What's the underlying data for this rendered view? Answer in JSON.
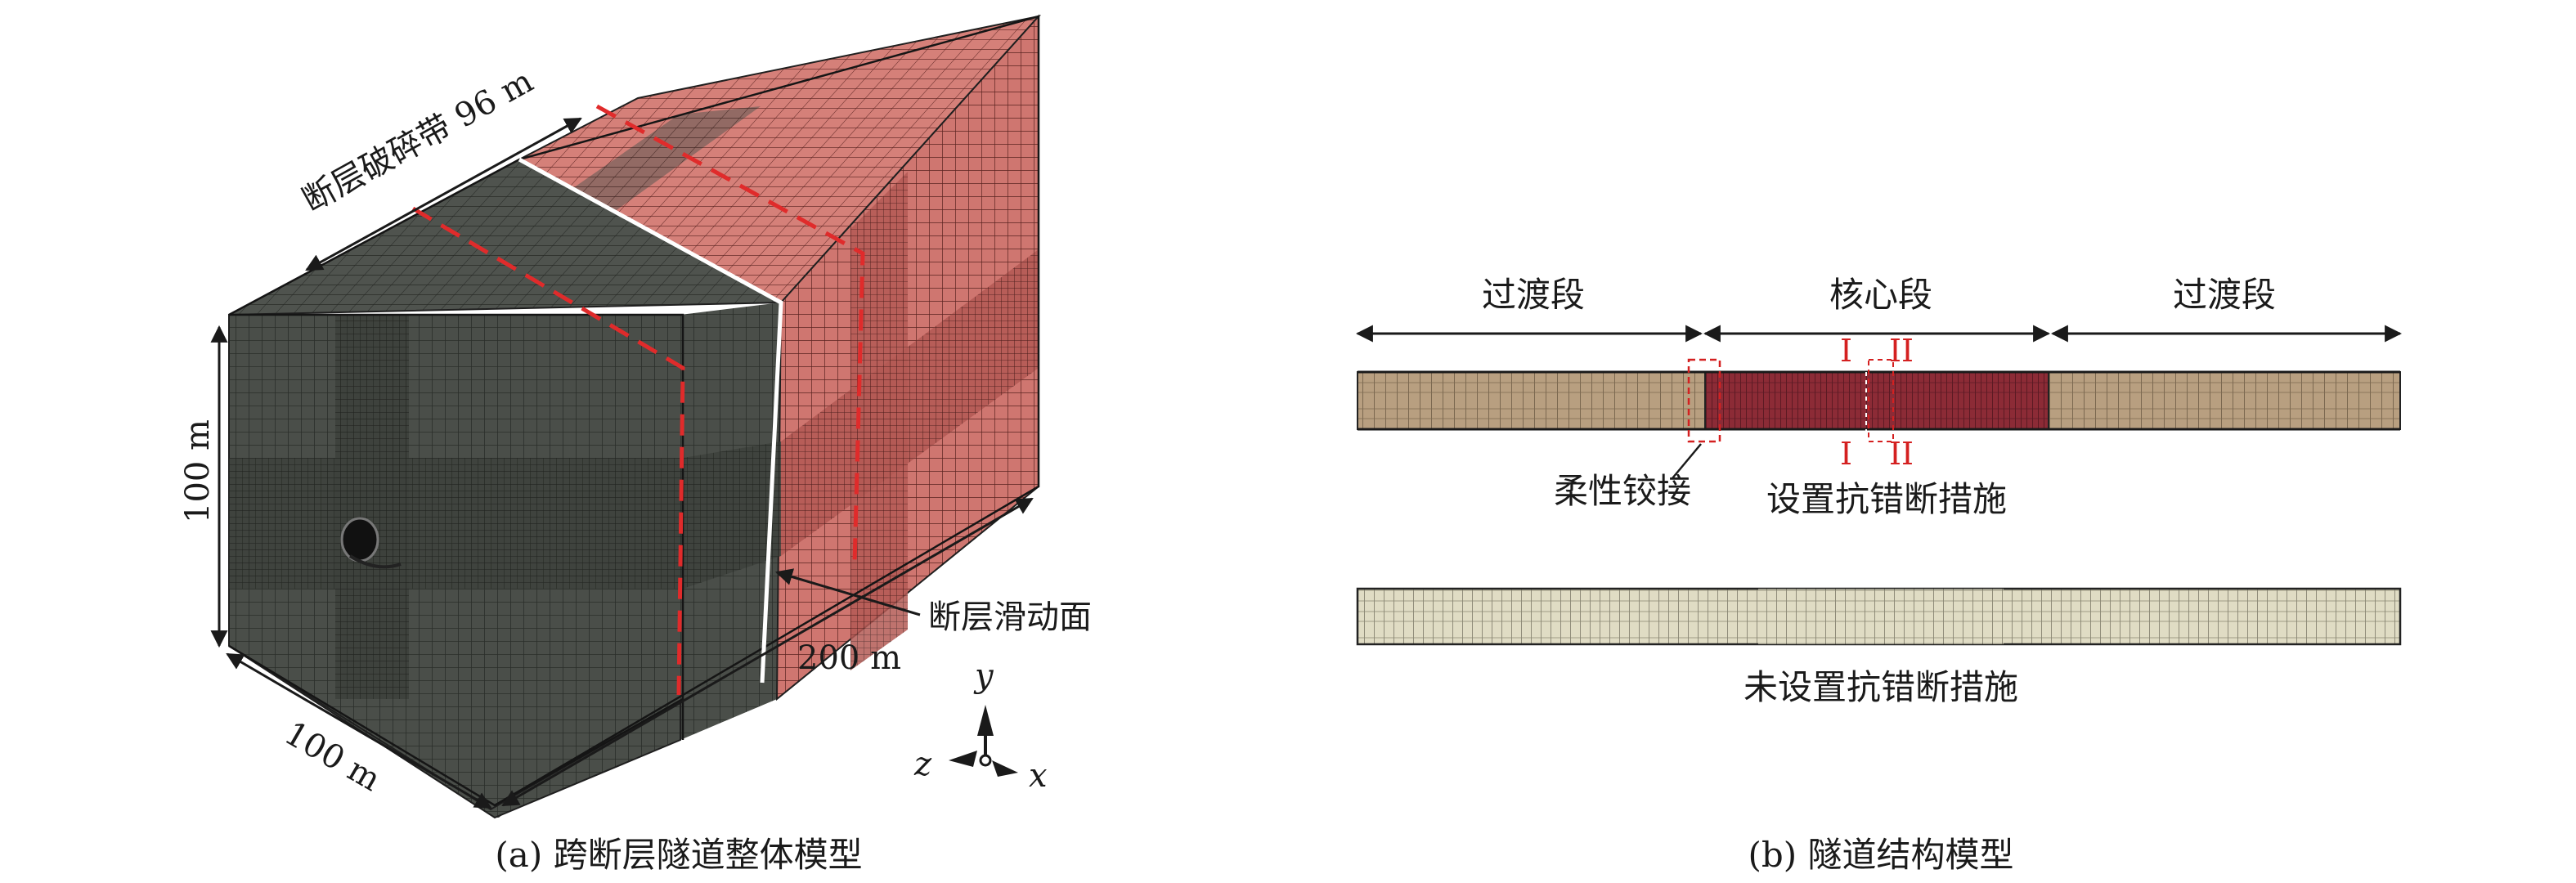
{
  "panel_a": {
    "caption": "(a) 跨断层隧道整体模型",
    "fault_zone_label": "断层破碎带 96 m",
    "height_label": "100 m",
    "depth_label": "100 m",
    "length_label": "200 m",
    "fault_plane_label": "断层滑动面",
    "axes": {
      "y": "y",
      "z": "z",
      "x": "x"
    }
  },
  "panel_b": {
    "caption": "(b) 隧道结构模型",
    "segments": [
      "过渡段",
      "核心段",
      "过渡段"
    ],
    "section_marks": {
      "i": "I",
      "ii": "II"
    },
    "flexible_joint_label": "柔性铰接",
    "with_measures_label": "设置抗错断措施",
    "without_measures_label": "未设置抗错断措施"
  },
  "colors": {
    "footwall_block": "#4d514c",
    "hanging_wall_block": "#c96d66",
    "fault_line": "#e02b2b",
    "transition_lining": "#b39a7c",
    "core_lining": "#8a2d38",
    "plain_lining": "#d9d6bd"
  }
}
